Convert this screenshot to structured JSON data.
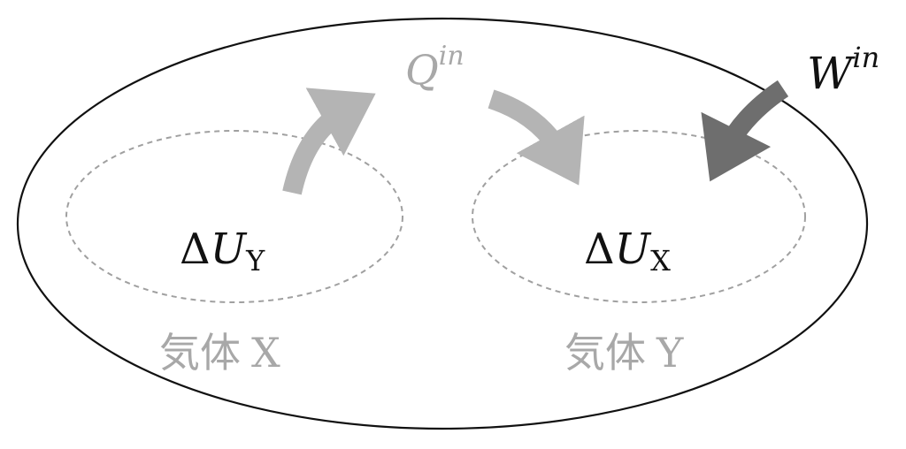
{
  "labels": {
    "q_in": {
      "base": "Q",
      "sup": "in"
    },
    "w_in": {
      "base": "W",
      "sup": "in"
    },
    "delta_u_y": {
      "delta": "Δ",
      "base": "U",
      "sub": "Y"
    },
    "delta_u_x": {
      "delta": "Δ",
      "base": "U",
      "sub": "X"
    },
    "gas_x": {
      "kanji": "気体",
      "letter": "X"
    },
    "gas_y": {
      "kanji": "気体",
      "letter": "Y"
    }
  },
  "colors": {
    "outline": "#111111",
    "dashed": "#a0a0a0",
    "q_arrow": "#b4b4b4",
    "w_arrow": "#6e6e6e",
    "light_text": "#a8a8a8",
    "dark_text": "#111111"
  }
}
